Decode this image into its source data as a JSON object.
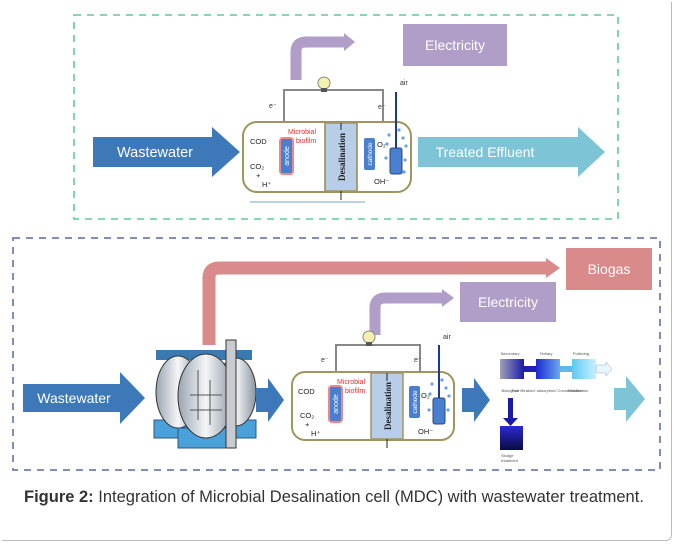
{
  "top_panel": {
    "input_label": "Wastewater",
    "output_label": "Treated Effluent",
    "electricity_label": "Electricity",
    "cell": {
      "electron_left": "e⁻",
      "electron_right": "e⁻",
      "air": "air",
      "anode": "anode",
      "cathode": "cathode",
      "biofilm_line1": "Microbial",
      "biofilm_line2": "biofilm",
      "cod": "COD",
      "co2": "CO₂",
      "plus": "+",
      "hplus": "H⁺",
      "o2": "O₂",
      "oh": "OH⁻",
      "desal": "Desalination"
    }
  },
  "bottom_panel": {
    "input_label": "Wastewater",
    "biogas_label": "Biogas",
    "electricity_label": "Electricity",
    "cell": {
      "electron_left": "e⁻",
      "electron_right": "e⁻",
      "air": "air",
      "anode": "anode",
      "cathode": "cathode",
      "biofilm_line1": "Microbial",
      "biofilm_line2": "biofilm",
      "cod": "COD",
      "co2": "CO₂",
      "plus": "+",
      "hplus": "H⁺",
      "o2": "O₂",
      "oh": "OH⁻",
      "desal": "Desalination"
    },
    "treatment": {
      "stage_labels": [
        "Secondary",
        "Tertiary",
        "Polishing"
      ],
      "sub_labels": [
        "Biological",
        "Fine filtration/ adsorption/ Concentration",
        "Disinfection"
      ],
      "sludge_line1": "Sludge",
      "sludge_line2": "treatment"
    }
  },
  "caption": {
    "label": "Figure 2:",
    "text": " Integration of Microbial Desalination cell (MDC) with wastewater treatment."
  },
  "colors": {
    "green_dash": "#5fcc99",
    "blue_dash": "#7f8fb8",
    "arrow_blue": "#3d78b8",
    "arrow_light": "#7cc4d6",
    "purple": "#b09dc8",
    "pink": "#d98a8a",
    "cell_border": "#a09460",
    "electrode": "#4a7fd0",
    "desal_fill": "#b7cde8"
  }
}
